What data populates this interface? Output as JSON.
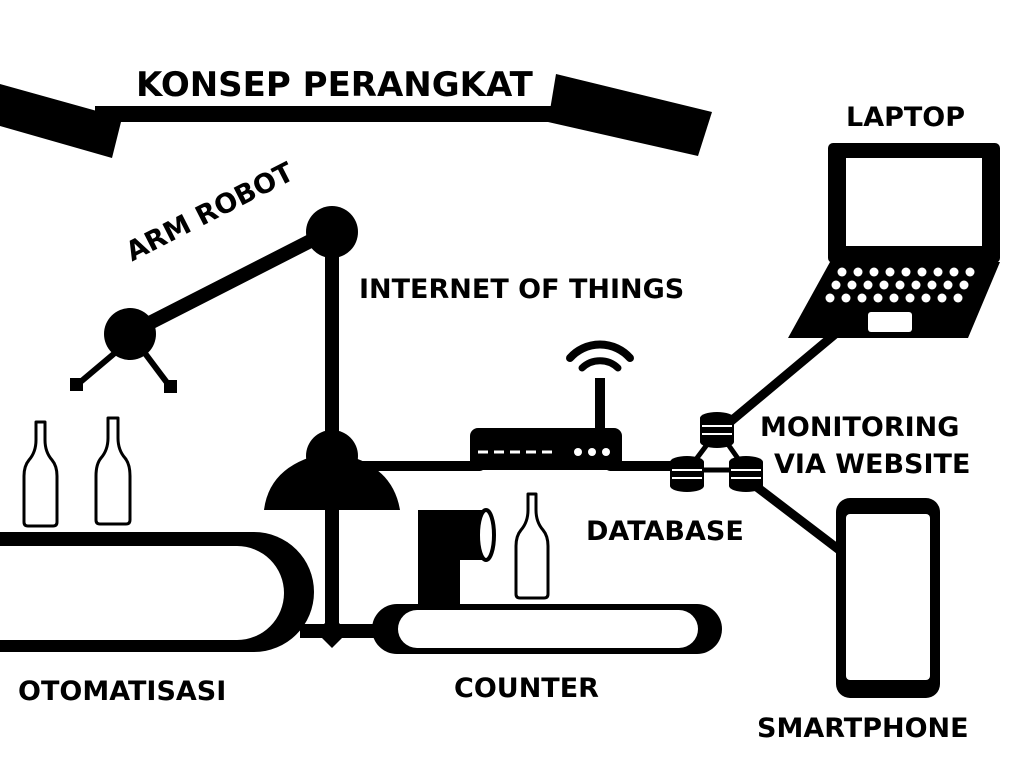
{
  "title": "KONSEP PERANGKAT",
  "labels": {
    "arm_robot": "ARM ROBOT",
    "iot": "INTERNET OF THINGS",
    "laptop": "LAPTOP",
    "monitoring_line1": "MONITORING",
    "monitoring_line2": "VIA WEBSITE",
    "database": "DATABASE",
    "otomatisasi": "OTOMATISASI",
    "counter": "COUNTER",
    "smartphone": "SMARTPHONE"
  },
  "colors": {
    "ink": "#000000",
    "paper": "#ffffff"
  },
  "icons": [
    "arm-robot-icon",
    "bottle-icon",
    "conveyor-icon",
    "router-icon",
    "wifi-icon",
    "database-icon",
    "laptop-icon",
    "smartphone-icon",
    "sensor-icon"
  ]
}
